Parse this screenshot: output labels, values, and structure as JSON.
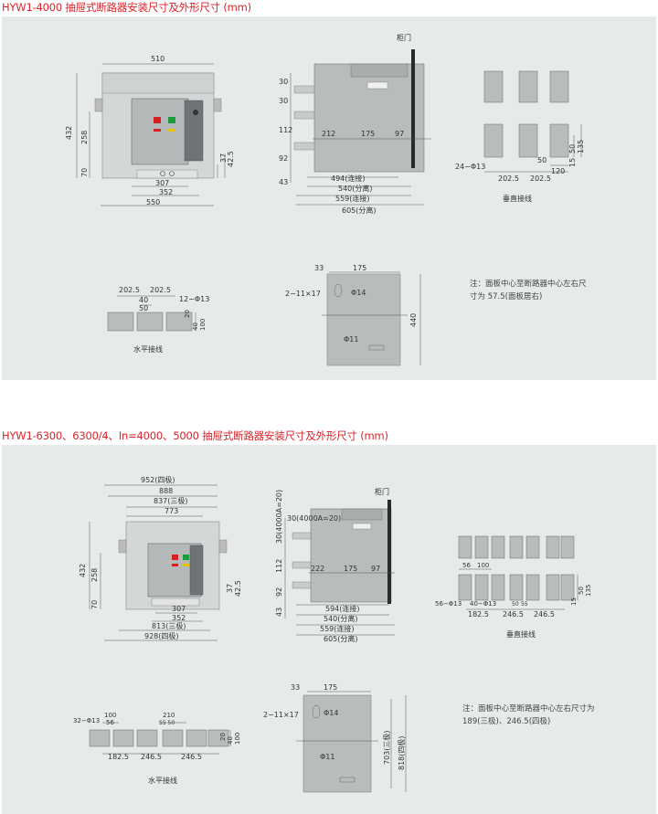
{
  "section1": {
    "title": "HYW1-4000 抽屉式断路器安装尺寸及外形尺寸 (mm)",
    "front_view": {
      "w_top": "510",
      "h_total": "432",
      "h_mid": "258",
      "h_low": "70",
      "w_307": "307",
      "w_352": "352",
      "w_550": "550",
      "d37": "37",
      "d42_5": "42.5"
    },
    "side_view": {
      "door_label": "柜门",
      "d30a": "30",
      "d30b": "30",
      "d112": "112",
      "d92": "92",
      "d43": "43",
      "d212": "212",
      "d175": "175",
      "d97": "97",
      "d494": "494(连接)",
      "d540": "540(分离)",
      "d559": "559(连接)",
      "d605": "605(分离)"
    },
    "vertical": {
      "caption": "垂直接线",
      "holes": "24−Φ13",
      "d202a": "202.5",
      "d202b": "202.5",
      "d50": "50",
      "d120": "120",
      "d135": "135",
      "d15": "15",
      "d50b": "50"
    },
    "horizontal": {
      "caption": "水平接线",
      "d202a": "202.5",
      "d202b": "202.5",
      "d40": "40",
      "d50": "50",
      "holes": "12−Φ13",
      "d20": "20",
      "d40b": "40",
      "d100": "100"
    },
    "cutout": {
      "d33": "33",
      "d175": "175",
      "slots": "2−11×17",
      "phi14": "Φ14",
      "phi11": "Φ11",
      "d440": "440"
    },
    "note": "注：面板中心至断路器中心左右尺寸为 57.5(面板居右)"
  },
  "section2": {
    "title": "HYW1-6300、6300/4、In=4000、5000 抽屉式断路器安装尺寸及外形尺寸 (mm)",
    "front_view": {
      "w952": "952(四极)",
      "w888": "888",
      "w837": "837(三极)",
      "w773": "773",
      "h432": "432",
      "h258": "258",
      "h70": "70",
      "w307": "307",
      "w352": "352",
      "w813": "813(三极)",
      "w928": "928(四极)",
      "d37": "37",
      "d42_5": "42.5"
    },
    "side_view": {
      "door_label": "柜门",
      "d30v": "30(4000A=20)",
      "d30h": "30(4000A=20)",
      "d112": "112",
      "d92": "92",
      "d43": "43",
      "d222": "222",
      "d175": "175",
      "d97": "97",
      "d594": "594(连接)",
      "d540": "540(分离)",
      "d559": "559(连接)",
      "d605": "605(分离)"
    },
    "vertical": {
      "caption": "垂直接线",
      "d56": "56",
      "d100": "100",
      "holes56": "56−Φ13",
      "holes40": "40−Φ13",
      "d50": "50",
      "d55": "55",
      "d182": "182.5",
      "d246a": "246.5",
      "d246b": "246.5",
      "d15": "15",
      "d50b": "50",
      "d135": "135"
    },
    "horizontal": {
      "caption": "水平接线",
      "holes": "32−Φ13",
      "d100": "100",
      "d56": "56",
      "d210": "210",
      "d55_50": "55 50",
      "d182": "182.5",
      "d246a": "246.5",
      "d246b": "246.5",
      "d40": "40",
      "d100b": "100",
      "d20": "20"
    },
    "cutout": {
      "d33": "33",
      "d175": "175",
      "slots": "2−11×17",
      "phi14": "Φ14",
      "phi11": "Φ11",
      "d703": "703(三极)",
      "d818": "818(四极)"
    },
    "note": "注：面板中心至断路器中心左右尺寸为 189(三极)、246.5(四极)"
  }
}
